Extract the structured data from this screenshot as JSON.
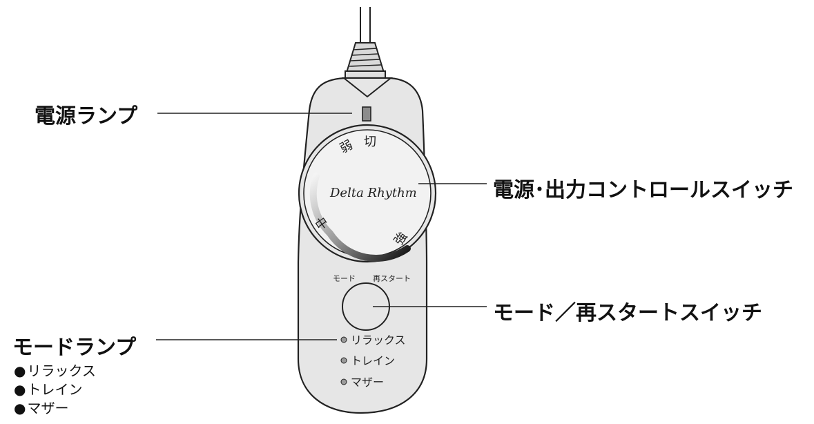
{
  "callouts": {
    "power_lamp": "電源ランプ",
    "dial": "電源･出力コントロールスイッチ",
    "mode_button": "モード／再スタートスイッチ",
    "mode_lamp": "モードランプ"
  },
  "mode_list": [
    "リラックス",
    "トレイン",
    "マザー"
  ],
  "device": {
    "dial_marks": {
      "weak": "弱",
      "off": "切",
      "medium": "中",
      "strong": "強"
    },
    "brand": "Delta Rhythm",
    "button_labels": {
      "mode": "モード",
      "restart": "再スタート"
    },
    "lamp_labels": [
      "リラックス",
      "トレイン",
      "マザー"
    ]
  },
  "colors": {
    "body_fill": "#e6e6e6",
    "outline": "#222222",
    "lamp_fill": "#9a9a9a",
    "text": "#111111"
  }
}
